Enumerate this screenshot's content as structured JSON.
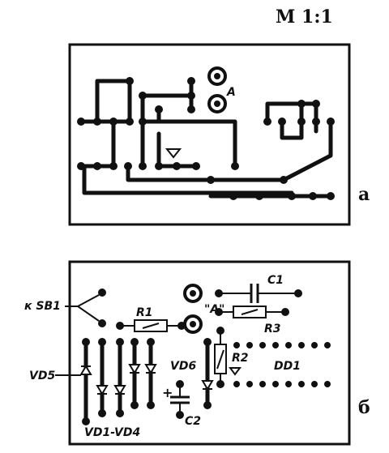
{
  "scale_label": "М 1:1",
  "panel_a": {
    "label": "а",
    "ring_label": "А"
  },
  "panel_b": {
    "label": "б",
    "labels": {
      "sb": "к SB1",
      "r1": "R1",
      "a_quoted": "\"А\"",
      "c1": "C1",
      "r3": "R3",
      "r2": "R2",
      "vd5": "VD5",
      "vd6": "VD6",
      "dd1": "DD1",
      "c2": "C2",
      "vd14": "VD1-VD4",
      "plus": "+"
    }
  }
}
